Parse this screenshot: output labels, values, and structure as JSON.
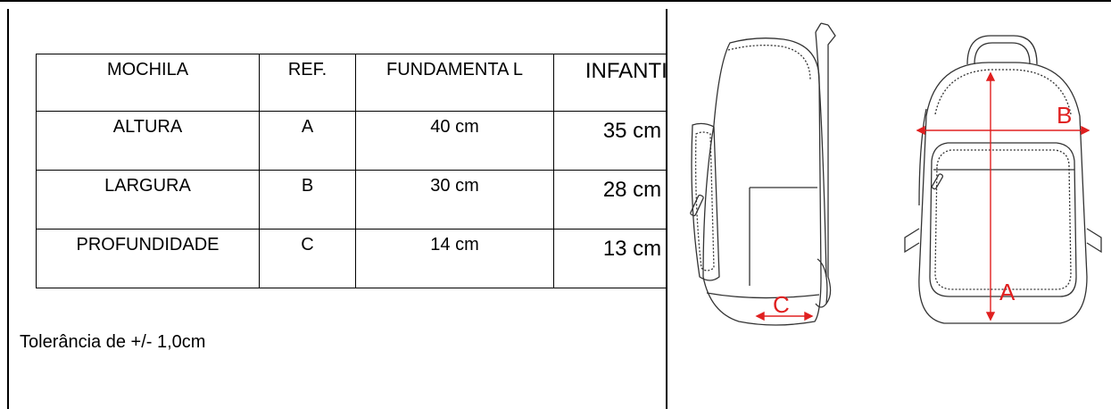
{
  "table": {
    "headers": [
      "MOCHILA",
      "REF.",
      "FUNDAMENTA L",
      "INFANTIL"
    ],
    "rows": [
      {
        "label": "ALTURA",
        "ref": "A",
        "fundamental": "40 cm",
        "infantil": "35 cm"
      },
      {
        "label": "LARGURA",
        "ref": "B",
        "fundamental": "30 cm",
        "infantil": "28 cm"
      },
      {
        "label": "PROFUNDIDADE",
        "ref": "C",
        "fundamental": "14 cm",
        "infantil": "13 cm"
      }
    ]
  },
  "tolerance": "Tolerância de +/- 1,0cm",
  "dimensions": {
    "a": "A",
    "b": "B",
    "c": "C"
  },
  "colors": {
    "dimension_lines": "#e02020",
    "outline": "#333333"
  }
}
